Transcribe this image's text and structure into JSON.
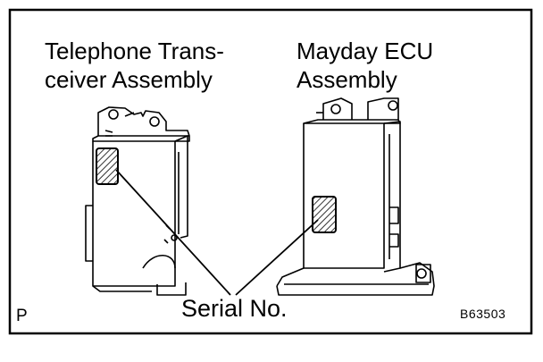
{
  "labels": {
    "telephone_line1": "Telephone Trans-",
    "telephone_line2": "ceiver Assembly",
    "ecu_line1": "Mayday ECU",
    "ecu_line2": "Assembly",
    "serial": "Serial No.",
    "corner_mark": "P",
    "figure_code": "B63503"
  }
}
